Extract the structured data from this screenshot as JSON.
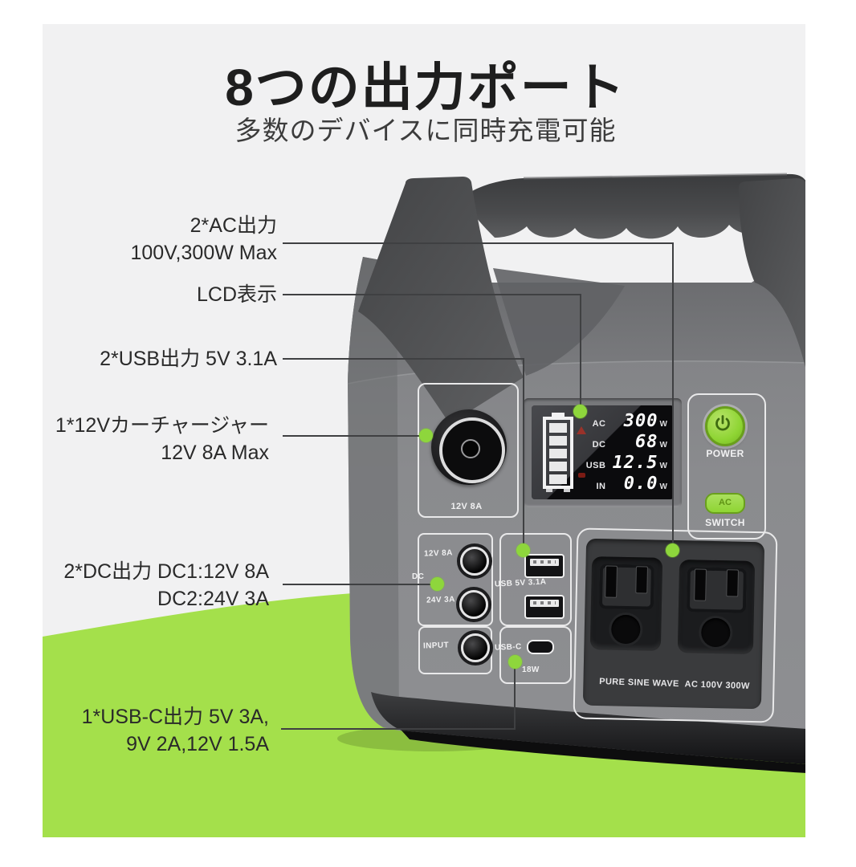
{
  "header": {
    "title": "8つの出力ポート",
    "subtitle": "多数のデバイスに同時充電可能"
  },
  "callouts": {
    "ac": {
      "line1": "2*AC出力",
      "line2": "100V,300W Max"
    },
    "lcd": {
      "line1": "LCD表示"
    },
    "usb": {
      "line1": "2*USB出力 5V 3.1A"
    },
    "car": {
      "line1": "1*12Vカーチャージャー",
      "line2": "12V 8A Max"
    },
    "dc": {
      "line1": "2*DC出力 DC1:12V 8A",
      "line2": "DC2:24V 3A"
    },
    "usbc": {
      "line1": "1*USB-C出力 5V 3A,",
      "line2": "9V 2A,12V 1.5A"
    }
  },
  "device": {
    "car_port_label": "12V 8A",
    "lcd": {
      "rows": [
        {
          "label": "AC",
          "value": "300",
          "unit": "W"
        },
        {
          "label": "DC",
          "value": "68",
          "unit": "W"
        },
        {
          "label": "USB",
          "value": "12.5",
          "unit": "W"
        },
        {
          "label": "IN",
          "value": "0.0",
          "unit": "W"
        }
      ]
    },
    "power": {
      "power_label": "POWER",
      "ac_button": "AC",
      "switch_label": "SWITCH"
    },
    "dc_panel": {
      "port1": "12V 8A",
      "group": "DC",
      "port2": "24V 3A",
      "input": "INPUT"
    },
    "usb_panel": {
      "label": "USB 5V 3.1A"
    },
    "usbc_panel": {
      "label": "USB-C",
      "power": "18W"
    },
    "ac_panel": {
      "caption_left": "PURE SINE WAVE",
      "caption_right": "AC 100V 300W"
    }
  },
  "colors": {
    "background": "#f1f1f2",
    "accent_green": "#a4e04b",
    "button_green": "#8fd534",
    "device_gray": "#88898c"
  }
}
